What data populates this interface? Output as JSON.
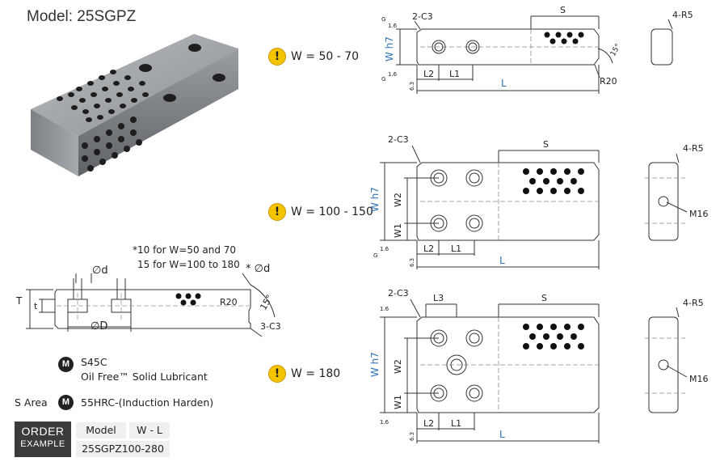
{
  "title": "Model: 25SGPZ",
  "ranges": [
    "W = 50 - 70",
    "W = 100 - 150",
    "W = 180"
  ],
  "warn_glyph": "!",
  "note": {
    "line1": "*10 for W=50 and 70",
    "line2": "15 for W=100 to 180"
  },
  "materials": {
    "m_badge": "M",
    "line1": "S45C",
    "line2": "Oil Free™ Solid Lubricant",
    "s_area_label": "S Area",
    "line3": "55HRC-(Induction Harden)"
  },
  "order": {
    "label1": "ORDER",
    "label2": "EXAMPLE",
    "header_model": "Model",
    "header_wl": "W - L",
    "example": "25SGPZ100-280"
  },
  "side_view": {
    "phi_d_top": "∅d",
    "phi_d_right": "* ∅d",
    "phi_D": "∅D",
    "T": "T",
    "t": "t",
    "r20": "R20",
    "angle": "15°",
    "chamfer": "3-C3"
  },
  "dims": {
    "c3": "2-C3",
    "s": "S",
    "l": "L",
    "l1": "L1",
    "l2": "L2",
    "l3": "L3",
    "w1": "W1",
    "w2": "W2",
    "wh7": "W h7",
    "r5": "4-R5",
    "r20": "R20",
    "m16": "M16",
    "g": "G",
    "rough": "1.6",
    "rough63": "6.3",
    "angle": "15°"
  },
  "colors": {
    "accent_blue": "#2f73b8",
    "warn_yellow": "#f5c400"
  }
}
